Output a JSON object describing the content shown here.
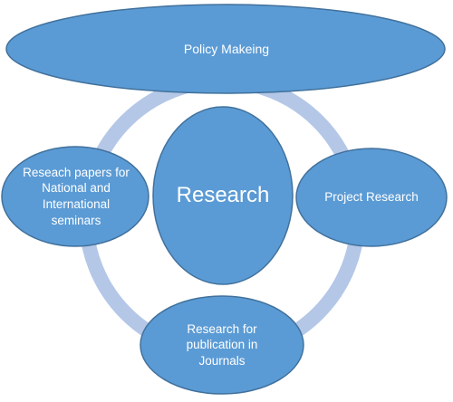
{
  "diagram": {
    "top_node": "Policy Makeing",
    "center_node": "Research",
    "left_node": "Reseach papers for  National and International seminars",
    "right_node": "Project Research",
    "bottom_node": "Research for publication in Journals"
  },
  "colors": {
    "node_fill": "#5b9bd5",
    "node_stroke": "#41719c",
    "ring": "#b4c7e7",
    "text": "#ffffff"
  }
}
